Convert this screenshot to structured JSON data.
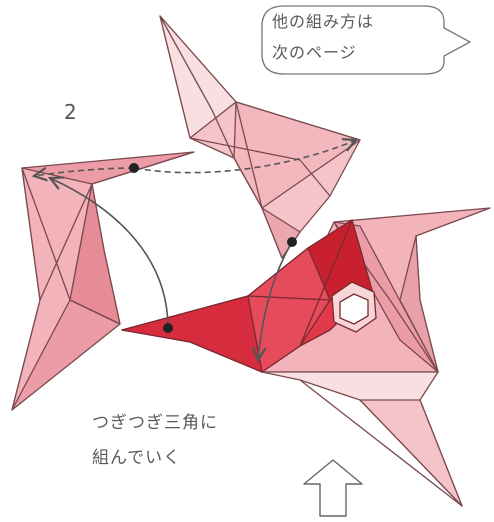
{
  "step": {
    "number": "2"
  },
  "callout": {
    "line1": "他の組み方は",
    "line2": "次のページ"
  },
  "caption": {
    "line1": "つぎつぎ三角に",
    "line2": "組んでいく"
  },
  "colors": {
    "light_pink": "#f4c4c8",
    "medium_pink": "#ec9ca6",
    "red": "#e1384a",
    "dark_red": "#c9202f",
    "pale_pink": "#f9dfe1",
    "outline": "#7a4a4e",
    "arrow_gray": "#555555"
  },
  "icons": {
    "callout": "next-page-arrow-callout-icon",
    "up_arrow": "hollow-up-arrow-icon",
    "dot": "connection-dot-icon"
  }
}
